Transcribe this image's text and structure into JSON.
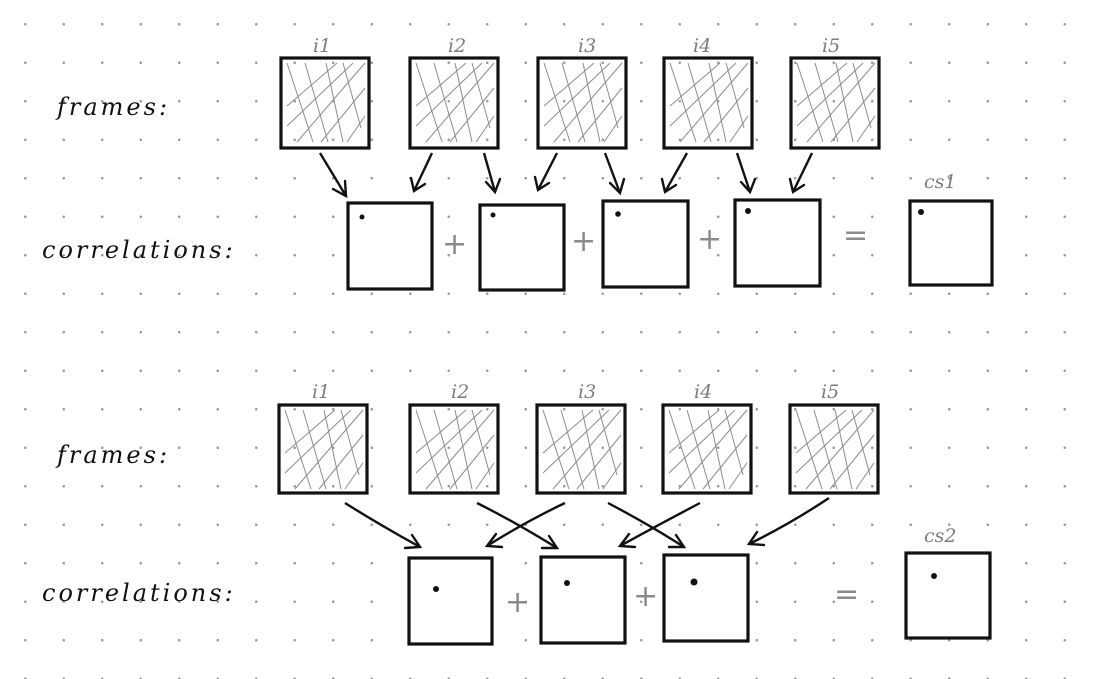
{
  "panels": [
    {
      "frames_label": "frames:",
      "correlations_label": "correlations:",
      "frame_indices": [
        "i1",
        "i2",
        "i3",
        "i4",
        "i5"
      ],
      "operators": [
        "+",
        "+",
        "+",
        "="
      ],
      "result_label": "cs1",
      "pair_map": [
        [
          0,
          1
        ],
        [
          1,
          2
        ],
        [
          2,
          3
        ],
        [
          3,
          4
        ]
      ],
      "correlation_count": 4
    },
    {
      "frames_label": "frames:",
      "correlations_label": "correlations:",
      "frame_indices": [
        "i1",
        "i2",
        "i3",
        "i4",
        "i5"
      ],
      "operators": [
        "+",
        "+",
        "="
      ],
      "result_label": "cs2",
      "pair_map": [
        [
          0,
          2
        ],
        [
          1,
          3
        ],
        [
          2,
          4
        ]
      ],
      "correlation_count": 3
    }
  ],
  "colors": {
    "ink": "#111111",
    "pencil": "#8a8a8a",
    "hatch": "#8c8c8c"
  }
}
